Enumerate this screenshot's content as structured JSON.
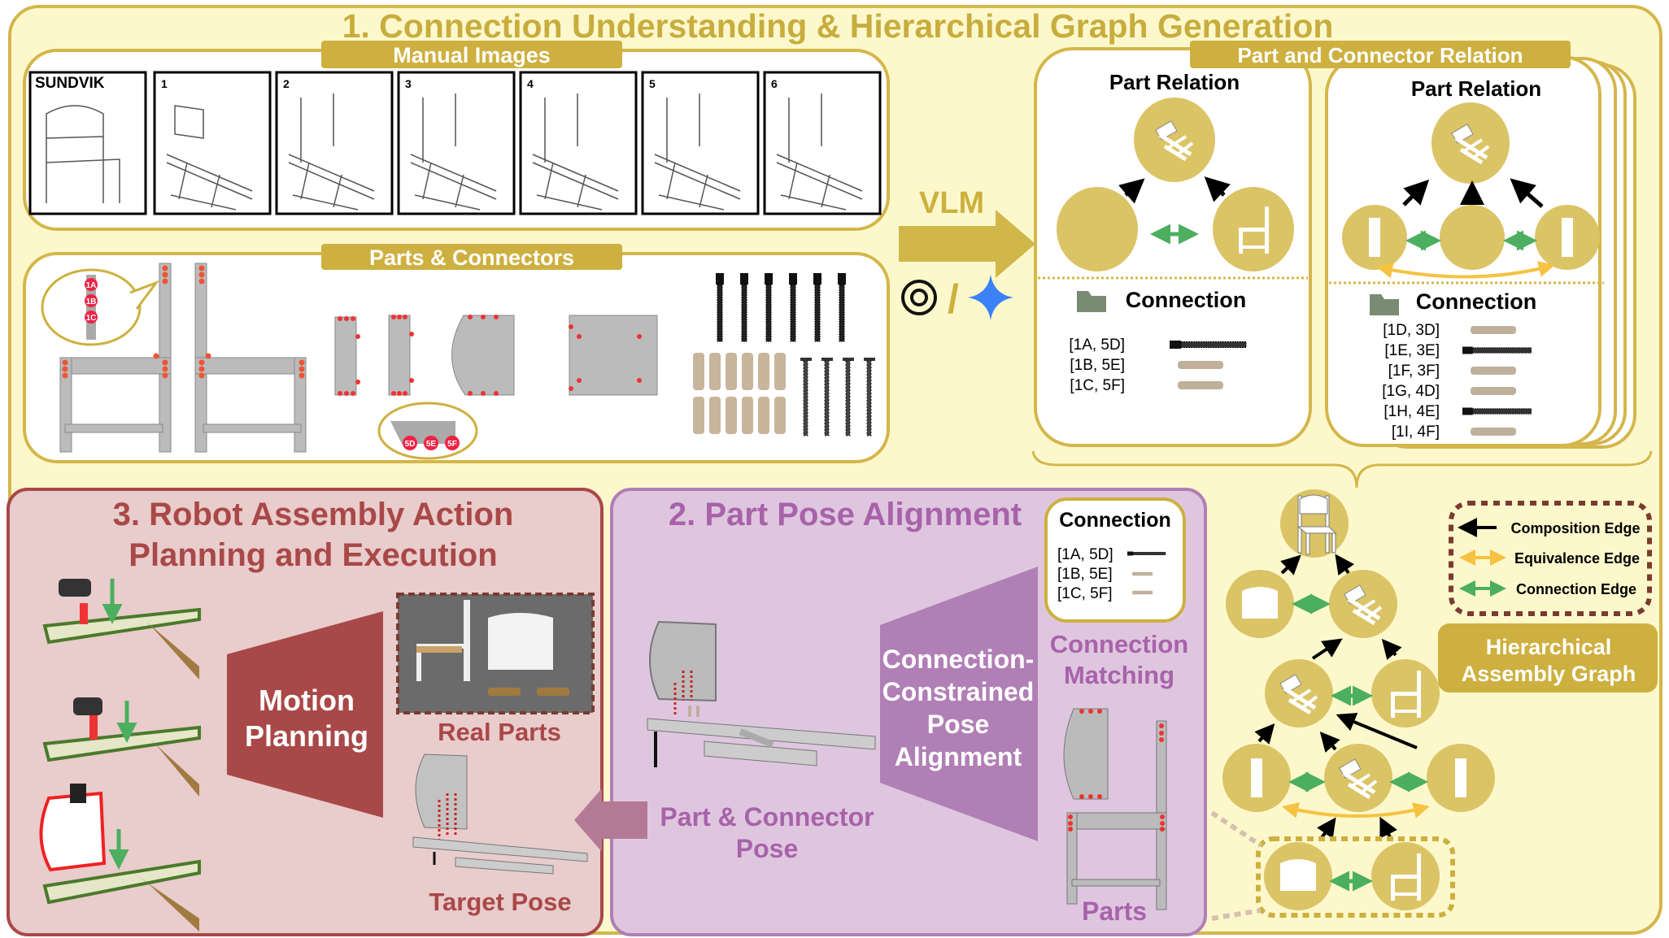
{
  "section1": {
    "title": "1. Connection Understanding & Hierarchical Graph Generation",
    "manual_images": {
      "label": "Manual Images",
      "cover_title": "SUNDVIK",
      "steps": [
        "1",
        "2",
        "3",
        "4",
        "5",
        "6"
      ]
    },
    "parts_connectors": {
      "label": "Parts & Connectors",
      "callout_points_leg": [
        "1A",
        "1B",
        "1C"
      ],
      "callout_points_back": [
        "5D",
        "5E",
        "5F"
      ]
    },
    "vlm": {
      "label": "VLM",
      "separator": "/",
      "icons": [
        "openai-icon",
        "gemini-icon"
      ]
    },
    "relation": {
      "label": "Part and Connector Relation",
      "cards": [
        {
          "part_relation_title": "Part Relation",
          "connection_title": "Connection",
          "connections": [
            {
              "pair": "[1A, 5D]",
              "connector": "screw"
            },
            {
              "pair": "[1B, 5E]",
              "connector": "dowel"
            },
            {
              "pair": "[1C, 5F]",
              "connector": "dowel"
            }
          ]
        },
        {
          "part_relation_title": "Part Relation",
          "connection_title": "Connection",
          "connections": [
            {
              "pair": "[1D, 3D]",
              "connector": "dowel"
            },
            {
              "pair": "[1E, 3E]",
              "connector": "screw"
            },
            {
              "pair": "[1F, 3F]",
              "connector": "dowel"
            },
            {
              "pair": "[1G, 4D]",
              "connector": "dowel"
            },
            {
              "pair": "[1H, 4E]",
              "connector": "screw"
            },
            {
              "pair": "[1I, 4F]",
              "connector": "dowel"
            }
          ]
        }
      ]
    },
    "legend": {
      "items": [
        {
          "label": "Composition Edge",
          "color": "#000000"
        },
        {
          "label": "Equivalence Edge",
          "color": "#f5c242"
        },
        {
          "label": "Connection Edge",
          "color": "#4caf60"
        }
      ]
    },
    "graph_label": [
      "Hierarchical",
      "Assembly Graph"
    ]
  },
  "section2": {
    "title": "2. Part Pose Alignment",
    "connection_box": {
      "title": "Connection",
      "rows": [
        "[1A, 5D]",
        "[1B, 5E]",
        "[1C, 5F]"
      ]
    },
    "matching_label": [
      "Connection",
      "Matching"
    ],
    "alignment_label": [
      "Connection-",
      "Constrained",
      "Pose",
      "Alignment"
    ],
    "pose_label": [
      "Part & Connector",
      "Pose"
    ],
    "parts_label": "Parts"
  },
  "section3": {
    "title": [
      "3. Robot Assembly Action",
      "Planning and Execution"
    ],
    "motion_label": [
      "Motion",
      "Planning"
    ],
    "real_parts_label": "Real Parts",
    "target_pose_label": "Target Pose"
  },
  "colors": {
    "yellow_bg": "#fdf8cc",
    "gold": "#cdb03f",
    "node": "#dbc466",
    "section3_bg": "#e9cccc",
    "section3_accent": "#a94848",
    "section2_bg": "#dfc6df",
    "section2_accent": "#a862aa"
  }
}
